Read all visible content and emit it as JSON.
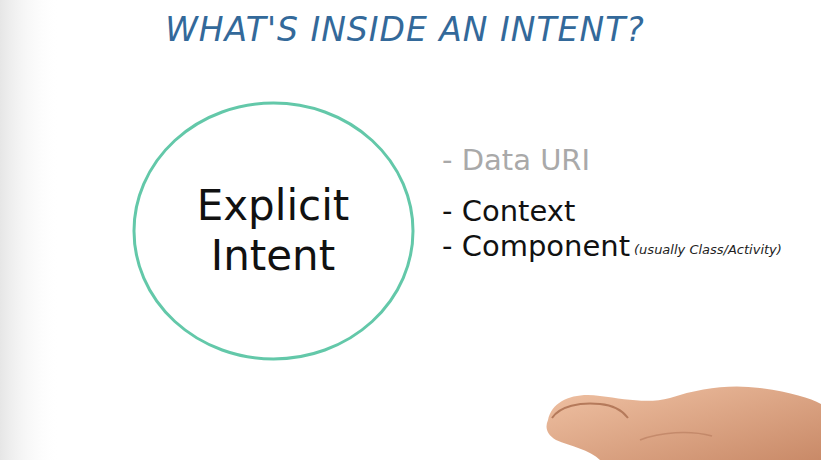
{
  "diagram": {
    "title": "WHAT'S INSIDE AN INTENT?",
    "nodes": [
      {
        "text": [
          "Explicit Intent"
        ]
      }
    ],
    "labels": [
      "- Data URI",
      "- Context",
      "- Component",
      "(usually Class/Activity)"
    ]
  }
}
